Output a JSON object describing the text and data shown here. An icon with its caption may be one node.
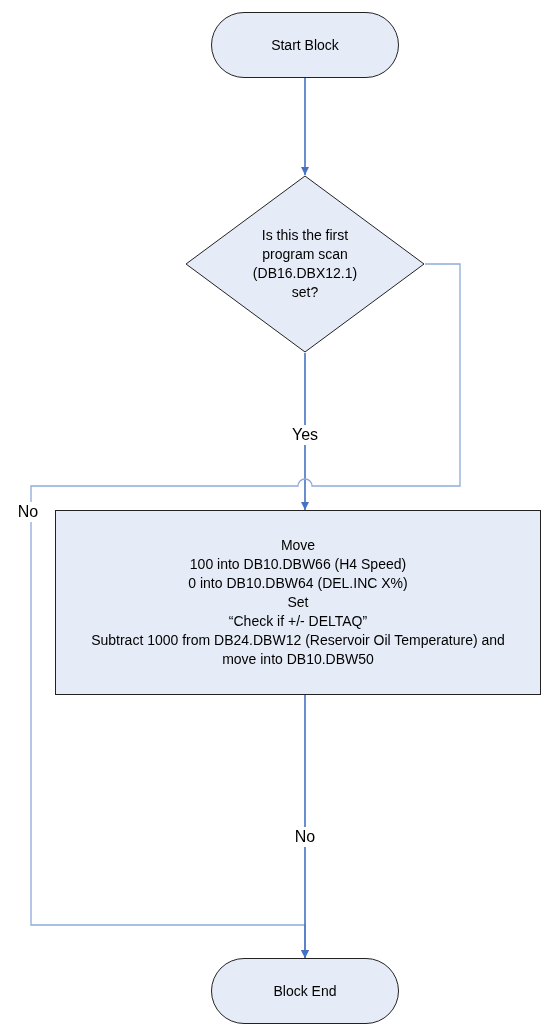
{
  "diagram": {
    "nodes": [
      {
        "text": [
          "Start Block"
        ]
      },
      {
        "text": [
          "Is this the first program scan (DB16.DBX12.1) set?"
        ]
      },
      {
        "text": [
          "Move",
          "100 into DB10.DBW66 (H4 Speed)",
          "0 into DB10.DBW64 (DEL.INC X%)",
          "Set",
          "“Check if +/- DELTAQ”",
          "Subtract 1000 from DB24.DBW12 (Reservoir Oil Temperature) and move into DB10.DBW50"
        ]
      },
      {
        "text": [
          "Block End"
        ]
      }
    ],
    "edges": [
      {
        "from": 0,
        "to": 1,
        "arrow": "to"
      },
      {
        "from": 1,
        "to": 2,
        "arrow": "to",
        "label": "Yes"
      },
      {
        "from": 1,
        "to": 3,
        "arrow": "to",
        "label": "No"
      },
      {
        "from": 2,
        "to": 3,
        "arrow": "to",
        "label": "No"
      }
    ]
  }
}
